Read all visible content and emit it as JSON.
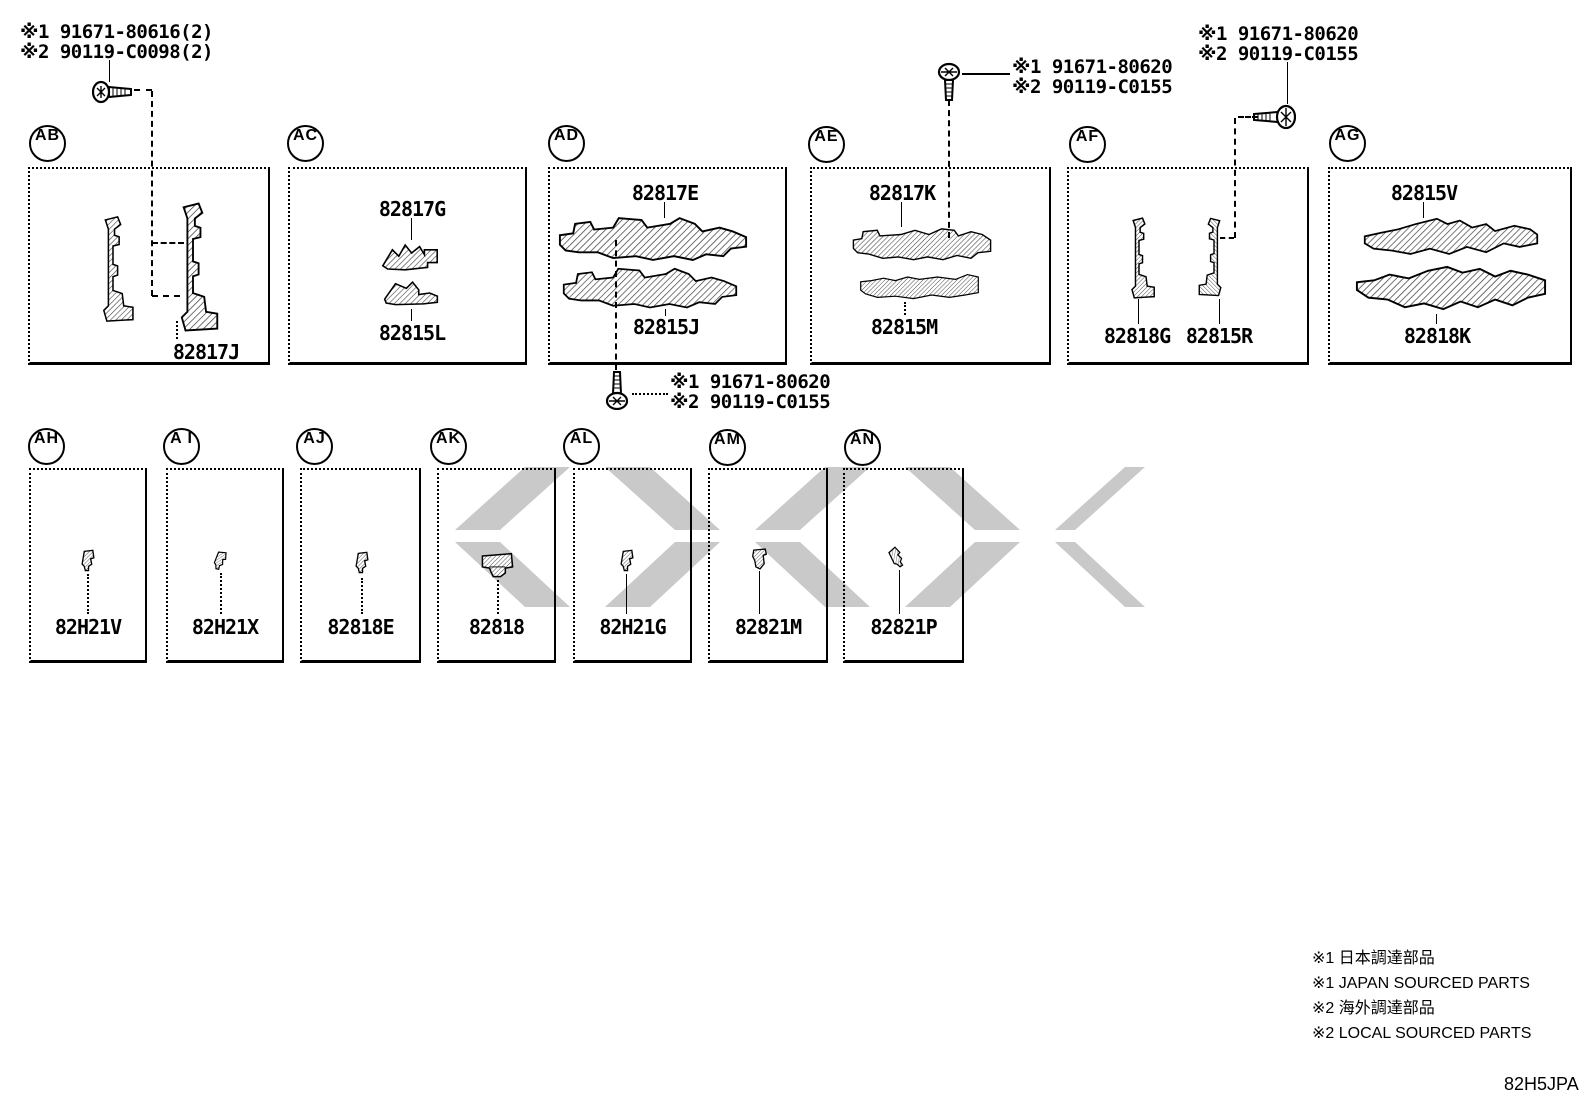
{
  "callouts": {
    "top_left": {
      "l1": "※1 91671-80616(2)",
      "l2": "※2 90119-C0098(2)"
    },
    "ad_bottom": {
      "l1": "※1 91671-80620",
      "l2": "※2 90119-C0155"
    },
    "ae_top": {
      "l1": "※1 91671-80620",
      "l2": "※2 90119-C0155"
    },
    "af_top": {
      "l1": "※1 91671-80620",
      "l2": "※2 90119-C0155"
    }
  },
  "sections": {
    "AB": {
      "circle": "AB",
      "parts": {
        "main": "82817J"
      }
    },
    "AC": {
      "circle": "AC",
      "parts": {
        "top": "82817G",
        "bottom": "82815L"
      }
    },
    "AD": {
      "circle": "AD",
      "parts": {
        "top": "82817E",
        "bottom": "82815J"
      }
    },
    "AE": {
      "circle": "AE",
      "parts": {
        "top": "82817K",
        "bottom": "82815M"
      }
    },
    "AF": {
      "circle": "AF",
      "parts": {
        "left": "82818G",
        "right": "82815R"
      }
    },
    "AG": {
      "circle": "AG",
      "parts": {
        "top": "82815V",
        "bottom": "82818K"
      }
    },
    "AH": {
      "circle": "AH",
      "parts": {
        "main": "82H21V"
      }
    },
    "AI": {
      "circle": "A I",
      "parts": {
        "main": "82H21X"
      }
    },
    "AJ": {
      "circle": "AJ",
      "parts": {
        "main": "82818E"
      }
    },
    "AK": {
      "circle": "AK",
      "parts": {
        "main": "82818"
      }
    },
    "AL": {
      "circle": "AL",
      "parts": {
        "main": "82H21G"
      }
    },
    "AM": {
      "circle": "AM",
      "parts": {
        "main": "82821M"
      }
    },
    "AN": {
      "circle": "AN",
      "parts": {
        "main": "82821P"
      }
    }
  },
  "footnotes": [
    "※1 日本調達部品",
    "※1 JAPAN SOURCED PARTS",
    "※2 海外調達部品",
    "※2 LOCAL SOURCED PARTS"
  ],
  "page_code": "82H5JPA",
  "colors": {
    "line": "#000000",
    "watermark": "#c9c9c9",
    "background": "#ffffff"
  }
}
